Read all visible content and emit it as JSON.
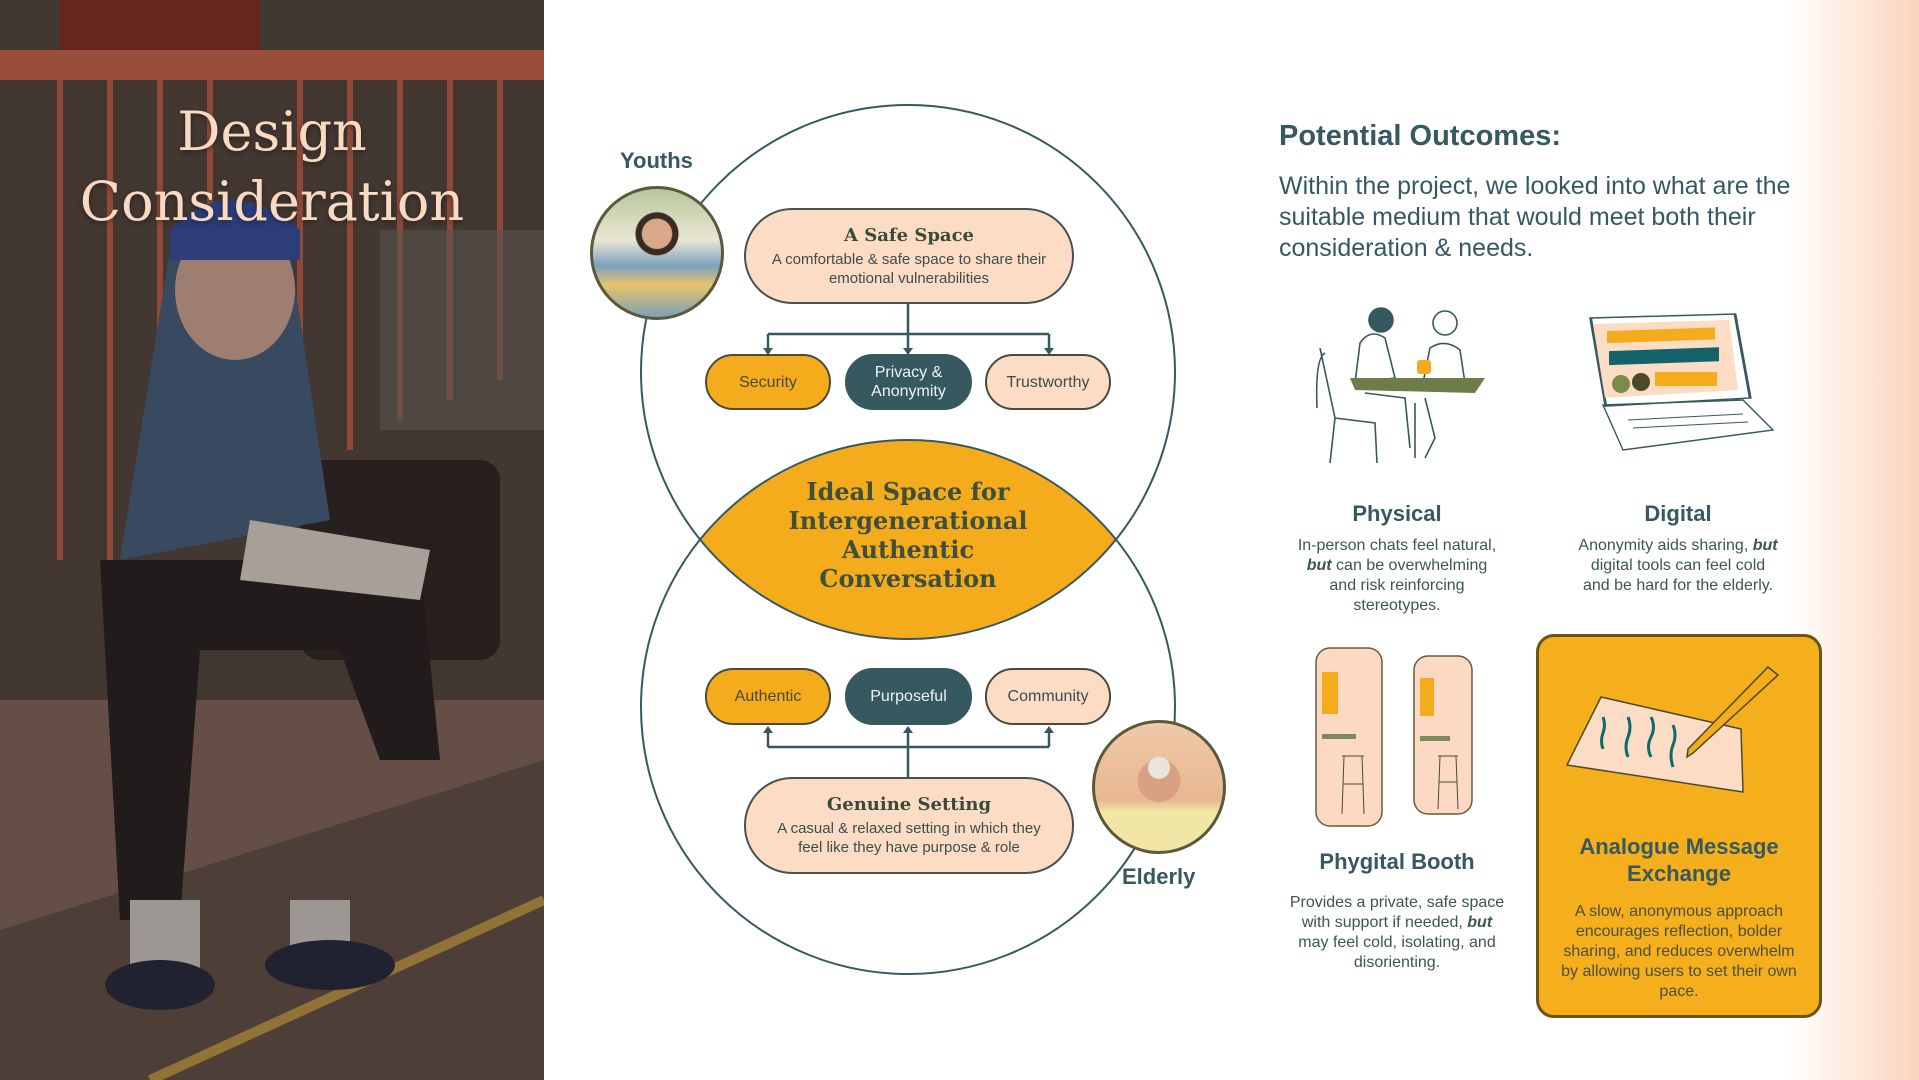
{
  "left_panel": {
    "title_line1": "Design",
    "title_line2": "Consideration"
  },
  "diagram": {
    "youths_label": "Youths",
    "elderly_label": "Elderly",
    "top_box": {
      "title": "A Safe Space",
      "desc": "A comfortable & safe space to share their emotional vulnerabilities"
    },
    "top_pills": [
      "Security",
      "Privacy & Anonymity",
      "Trustworthy"
    ],
    "center": "Ideal Space for Intergenerational Authentic Conversation",
    "bottom_pills": [
      "Authentic",
      "Purposeful",
      "Community"
    ],
    "bottom_box": {
      "title": "Genuine Setting",
      "desc": "A casual & relaxed setting in which they feel like they have purpose & role"
    }
  },
  "outcomes": {
    "heading": "Potential Outcomes:",
    "intro": "Within the project, we looked into what are the suitable medium that would meet both their consideration & needs.",
    "items": [
      {
        "title": "Physical",
        "pre": "In-person chats feel natural, ",
        "em": "but",
        "post": " can be overwhelming and risk reinforcing stereotypes."
      },
      {
        "title": "Digital",
        "pre": "Anonymity aids sharing, ",
        "em": "but",
        "post": " digital tools can feel cold and be hard for the elderly."
      },
      {
        "title": "Phygital Booth",
        "pre": "Provides a private, safe space with support if needed, ",
        "em": "but",
        "post": " may feel cold, isolating, and disorienting."
      },
      {
        "title": "Analogue Message Exchange",
        "desc": "A slow, anonymous approach encourages reflection, bolder sharing, and reduces overwhelm by allowing users to set their own pace."
      }
    ]
  },
  "colors": {
    "yellow": "#f4ac1c",
    "teal": "#35595f",
    "peach": "#fcdcc4"
  }
}
